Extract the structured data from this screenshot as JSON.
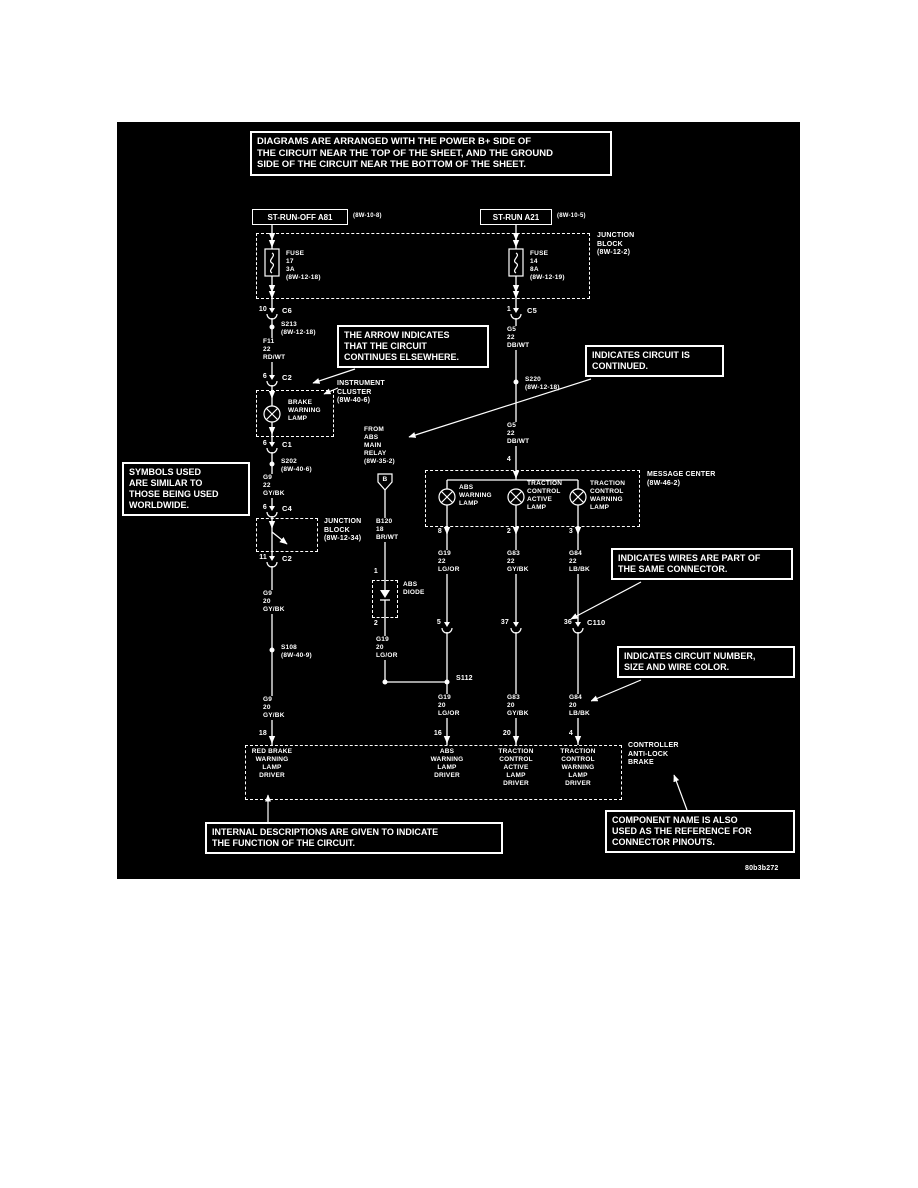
{
  "title_note": "DIAGRAMS ARE ARRANGED WITH THE POWER B+ SIDE OF\nTHE CIRCUIT NEAR THE TOP OF THE SHEET, AND THE GROUND\nSIDE OF THE CIRCUIT NEAR THE BOTTOM OF THE SHEET.",
  "callouts": {
    "arrow": "THE ARROW INDICATES\nTHAT THE CIRCUIT\nCONTINUES ELSEWHERE.",
    "continued": "INDICATES CIRCUIT IS\nCONTINUED.",
    "symbols": "SYMBOLS USED\nARE SIMILAR TO\nTHOSE BEING USED\nWORLDWIDE.",
    "same_connector": "INDICATES WIRES ARE PART OF\nTHE SAME CONNECTOR.",
    "circuit_number": "INDICATES CIRCUIT NUMBER,\nSIZE AND WIRE COLOR.",
    "internal": "INTERNAL DESCRIPTIONS ARE GIVEN TO INDICATE\nTHE FUNCTION OF THE CIRCUIT.",
    "component_name": "COMPONENT NAME IS ALSO\nUSED AS THE REFERENCE FOR\nCONNECTOR PINOUTS."
  },
  "feeds": {
    "left": {
      "label": "ST-RUN-OFF A81",
      "ref": "(8W-10-8)"
    },
    "right": {
      "label": "ST-RUN A21",
      "ref": "(8W-10-5)"
    }
  },
  "junction_block": {
    "label": "JUNCTION\nBLOCK\n(8W-12-2)",
    "fuse_left": "FUSE\n17\n3A\n(8W-12-18)",
    "fuse_right": "FUSE\n14\n8A\n(8W-12-19)"
  },
  "instrument_cluster": {
    "label": "INSTRUMENT\nCLUSTER\n(8W-40-6)",
    "lamp": "BRAKE\nWARNING\nLAMP"
  },
  "junction_block2": {
    "label": "JUNCTION\nBLOCK\n(8W-12-34)"
  },
  "message_center": {
    "label": "MESSAGE CENTER\n(8W-46-2)",
    "lamp1": "ABS\nWARNING\nLAMP",
    "lamp2": "TRACTION\nCONTROL\nACTIVE\nLAMP",
    "lamp3": "TRACTION\nCONTROL\nWARNING\nLAMP"
  },
  "abs_relay": {
    "label": "FROM\nABS\nMAIN\nRELAY\n(8W-35-2)"
  },
  "abs_diode": {
    "label": "ABS\nDIODE"
  },
  "controller": {
    "label": "CONTROLLER\nANTI-LOCK\nBRAKE",
    "driver1": "RED BRAKE\nWARNING\nLAMP\nDRIVER",
    "driver2": "ABS\nWARNING\nLAMP\nDRIVER",
    "driver3": "TRACTION\nCONTROL\nACTIVE\nLAMP\nDRIVER",
    "driver4": "TRACTION\nCONTROL\nWARNING\nLAMP\nDRIVER"
  },
  "splices": {
    "s213": "S213\n(8W-12-18)",
    "s202": "S202\n(8W-40-6)",
    "s108": "S108\n(8W-40-9)",
    "s220": "S220\n(8W-12-18)",
    "s112": "S112"
  },
  "wires": {
    "f11": "F11\n22\nRD/WT",
    "g9a": "G9\n22\nGY/BK",
    "g9b": "G9\n20\nGY/BK",
    "g9c": "G9\n20\nGY/BK",
    "g5a": "G5\n22\nDB/WT",
    "g5b": "G5\n22\nDB/WT",
    "b120": "B120\n18\nBR/WT",
    "g19a": "G19\n20\nLG/OR",
    "g19b": "G19\n22\nLG/OR",
    "g83a": "G83\n22\nGY/BK",
    "g84a": "G84\n22\nLB/BK",
    "g19c": "G19\n20\nLG/OR",
    "g83b": "G83\n20\nGY/BK",
    "g84b": "G84\n20\nLB/BK"
  },
  "pins": {
    "c6": {
      "num": "10",
      "name": "C6"
    },
    "c5": {
      "num": "1",
      "name": "C5"
    },
    "c2a": {
      "num": "6",
      "name": "C2"
    },
    "c1": {
      "num": "6",
      "name": "C1"
    },
    "c4": {
      "num": "6",
      "name": "C4"
    },
    "c2b": {
      "num": "11",
      "name": "C2"
    },
    "mc_feed": "4",
    "mc1": "8",
    "mc2": "2",
    "mc3": "3",
    "c110_1": "5",
    "c110_2": "37",
    "c110_3": "36",
    "c110": "C110",
    "ctrl1": "18",
    "ctrl2": "16",
    "ctrl3": "20",
    "ctrl4": "4",
    "diode_in": "1",
    "diode_out": "2",
    "b": "B"
  },
  "page_code": "80b3b272",
  "colors": {
    "background": "#000000",
    "foreground": "#ffffff"
  }
}
